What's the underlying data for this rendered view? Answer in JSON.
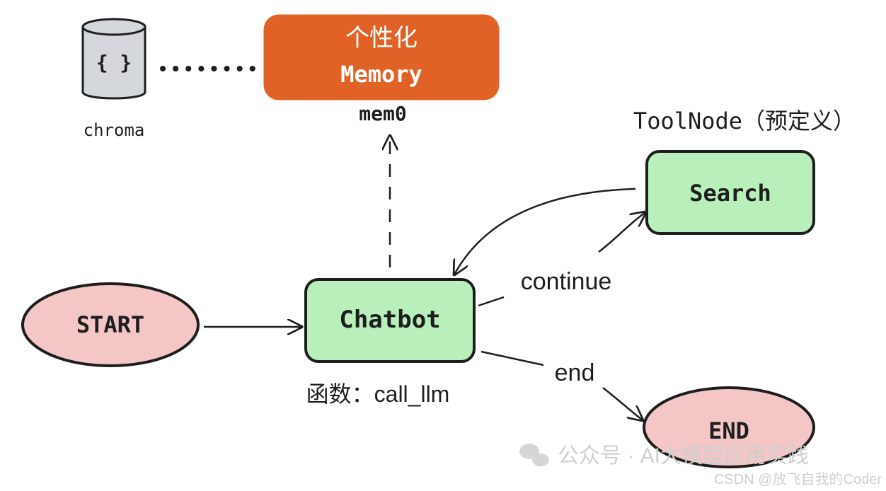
{
  "nodes": {
    "chroma": {
      "icon": "{ }",
      "label": "chroma"
    },
    "memory": {
      "title": "个性化",
      "subtitle": "Memory",
      "caption": "mem0",
      "fill": "#e06227"
    },
    "toolnode_label": "ToolNode（预定义）",
    "search": {
      "label": "Search",
      "fill": "#b9efba"
    },
    "start": {
      "label": "START",
      "fill": "#f5c6c6"
    },
    "chatbot": {
      "label": "Chatbot",
      "caption": "函数：call_llm",
      "fill": "#b9efba"
    },
    "end": {
      "label": "END",
      "fill": "#f5c6c6"
    }
  },
  "edges": {
    "continue_label": "continue",
    "end_label": "end"
  },
  "watermark": {
    "wechat": "公众号 · AI大模型应用实践",
    "csdn": "CSDN @放飞自我的Coder"
  }
}
